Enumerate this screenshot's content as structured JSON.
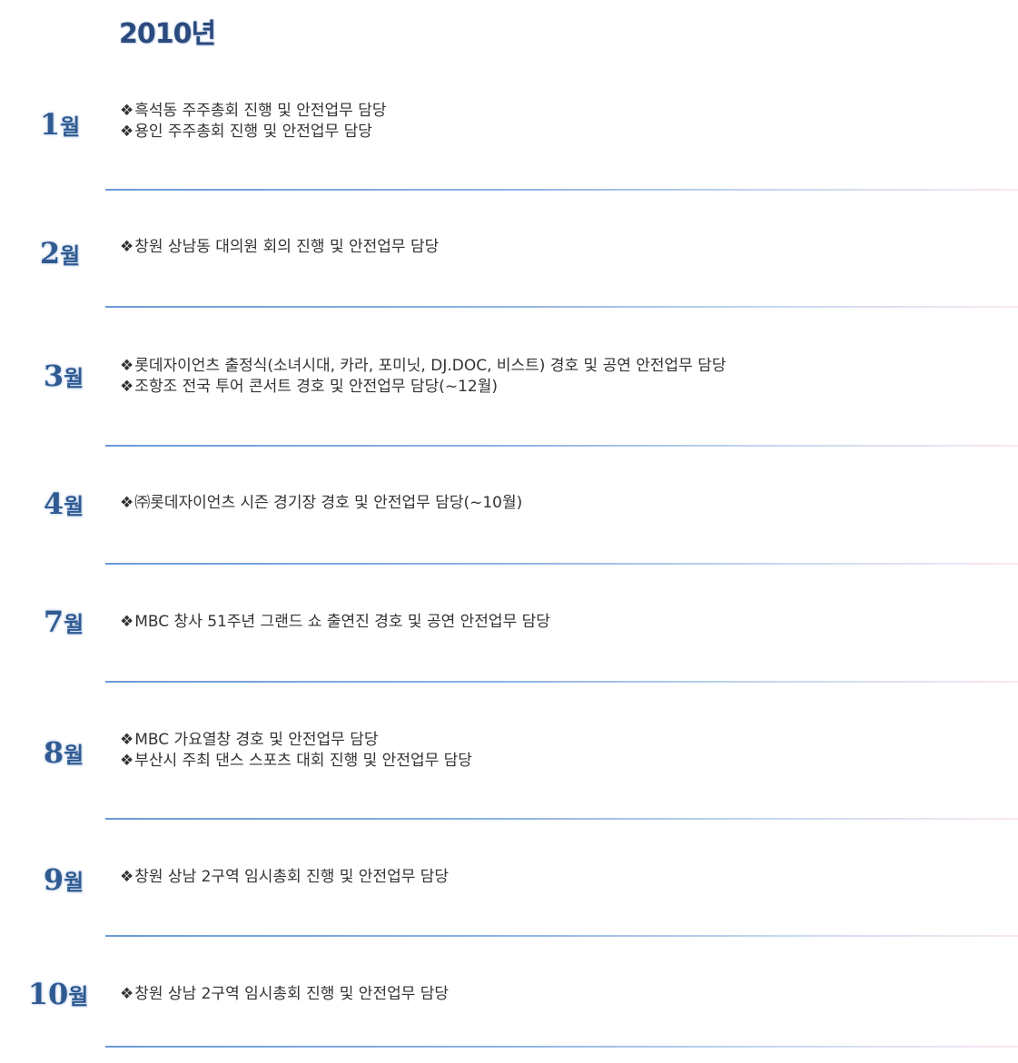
{
  "year": "2010년",
  "bullet": "❖",
  "months": [
    {
      "number": "1",
      "unit": "월",
      "items": [
        "흑석동 주주총회 진행 및 안전업무 담당",
        "용인 주주총회 진행 및 안전업무 담당"
      ]
    },
    {
      "number": "2",
      "unit": "월",
      "items": [
        "창원 상남동 대의원 회의 진행 및 안전업무 담당"
      ]
    },
    {
      "number": "3",
      "unit": "월",
      "items": [
        "롯데자이언츠 출정식(소녀시대, 카라, 포미닛, DJ.DOC, 비스트) 경호 및 공연 안전업무 담당",
        "조항조 전국 투어 콘서트 경호 및 안전업무 담당(~12월)"
      ]
    },
    {
      "number": "4",
      "unit": "월",
      "items": [
        "㈜롯데자이언츠 시즌 경기장 경호 및 안전업무 담당(~10월)"
      ]
    },
    {
      "number": "7",
      "unit": "월",
      "items": [
        "MBC 창사 51주년 그랜드 쇼 출연진 경호 및 공연 안전업무 담당"
      ]
    },
    {
      "number": "8",
      "unit": "월",
      "items": [
        "MBC 가요열창 경호 및 안전업무 담당",
        "부산시 주최 댄스 스포츠 대회 진행 및 안전업무 담당"
      ]
    },
    {
      "number": "9",
      "unit": "월",
      "items": [
        "창원 상남 2구역 임시총회 진행 및 안전업무 담당"
      ]
    },
    {
      "number": "10",
      "unit": "월",
      "items": [
        "창원 상남 2구역 임시총회 진행 및 안전업무 담당"
      ]
    }
  ]
}
